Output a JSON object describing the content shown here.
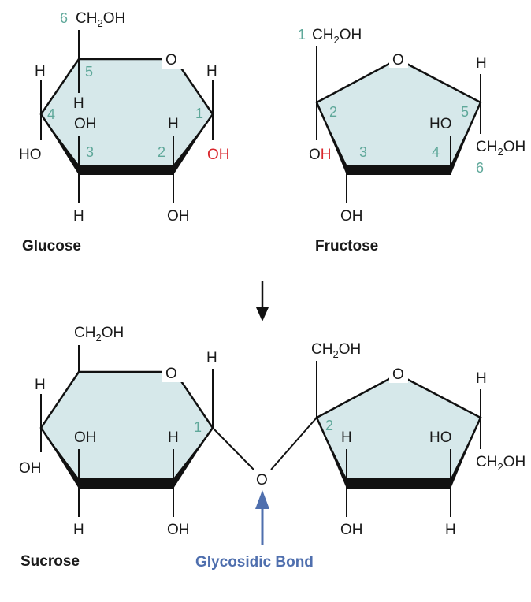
{
  "colors": {
    "ring_fill": "#d6e8ea",
    "bond": "#111111",
    "carbon_number": "#5fa89a",
    "highlight_oh": "#d9262c",
    "glycosidic": "#4f6fae"
  },
  "glucose": {
    "name": "Glucose",
    "ring_oxygen": "O",
    "c6": {
      "num": "6",
      "group": "CH",
      "sub": "2",
      "tail": "OH"
    },
    "c5": {
      "num": "5",
      "h_up": "H"
    },
    "c4": {
      "num": "4",
      "h": "H",
      "ho": "HO"
    },
    "c3": {
      "num": "3",
      "oh": "OH",
      "h": "H"
    },
    "c2": {
      "num": "2",
      "h": "H",
      "oh": "OH"
    },
    "c1": {
      "num": "1",
      "h": "H",
      "oh": "OH"
    }
  },
  "fructose": {
    "name": "Fructose",
    "ring_oxygen": "O",
    "c1": {
      "num": "1",
      "group": "CH",
      "sub": "2",
      "tail": "OH"
    },
    "c2": {
      "num": "2",
      "oh_o": "O",
      "oh_h": "H"
    },
    "c3": {
      "num": "3",
      "oh": "OH"
    },
    "c4": {
      "num": "4",
      "ho": "HO"
    },
    "c5": {
      "num": "5",
      "h": "H"
    },
    "c6": {
      "num": "6",
      "group": "CH",
      "sub": "2",
      "tail": "OH"
    }
  },
  "sucrose": {
    "name": "Sucrose",
    "glucose_unit": {
      "ring_oxygen": "O",
      "ch2oh": {
        "group": "CH",
        "sub": "2",
        "tail": "OH"
      },
      "c1": {
        "num": "1",
        "h": "H"
      },
      "c4": {
        "h": "H",
        "oh": "OH"
      },
      "c3": {
        "oh": "OH",
        "h": "H"
      },
      "c2": {
        "h": "H",
        "oh": "OH"
      }
    },
    "bridge_oxygen": "O",
    "fructose_unit": {
      "ring_oxygen": "O",
      "ch2oh_top": {
        "group": "CH",
        "sub": "2",
        "tail": "OH"
      },
      "c2": {
        "num": "2"
      },
      "c3": {
        "h": "H",
        "oh": "OH"
      },
      "c4": {
        "ho": "HO",
        "h": "H"
      },
      "c5": {
        "h": "H"
      },
      "ch2oh_right": {
        "group": "CH",
        "sub": "2",
        "tail": "OH"
      }
    }
  },
  "glycosidic_bond_label": "Glycosidic Bond"
}
